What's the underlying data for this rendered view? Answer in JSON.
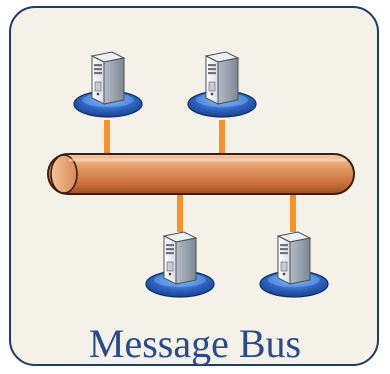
{
  "caption": "Message Bus",
  "colors": {
    "frame": "#1f3b66",
    "panel": "#f4f1e8",
    "bus": "#d98a57",
    "connector": "#f4922e",
    "caption": "#2a4a8a",
    "disc": "#2f64c2"
  },
  "icons": {
    "node": "server-tower-icon",
    "bus": "message-bus-pipe"
  },
  "nodes": [
    {
      "name": "server-top-left",
      "side": "top"
    },
    {
      "name": "server-top-right",
      "side": "top"
    },
    {
      "name": "server-bottom-left",
      "side": "bottom"
    },
    {
      "name": "server-bottom-right",
      "side": "bottom"
    }
  ]
}
